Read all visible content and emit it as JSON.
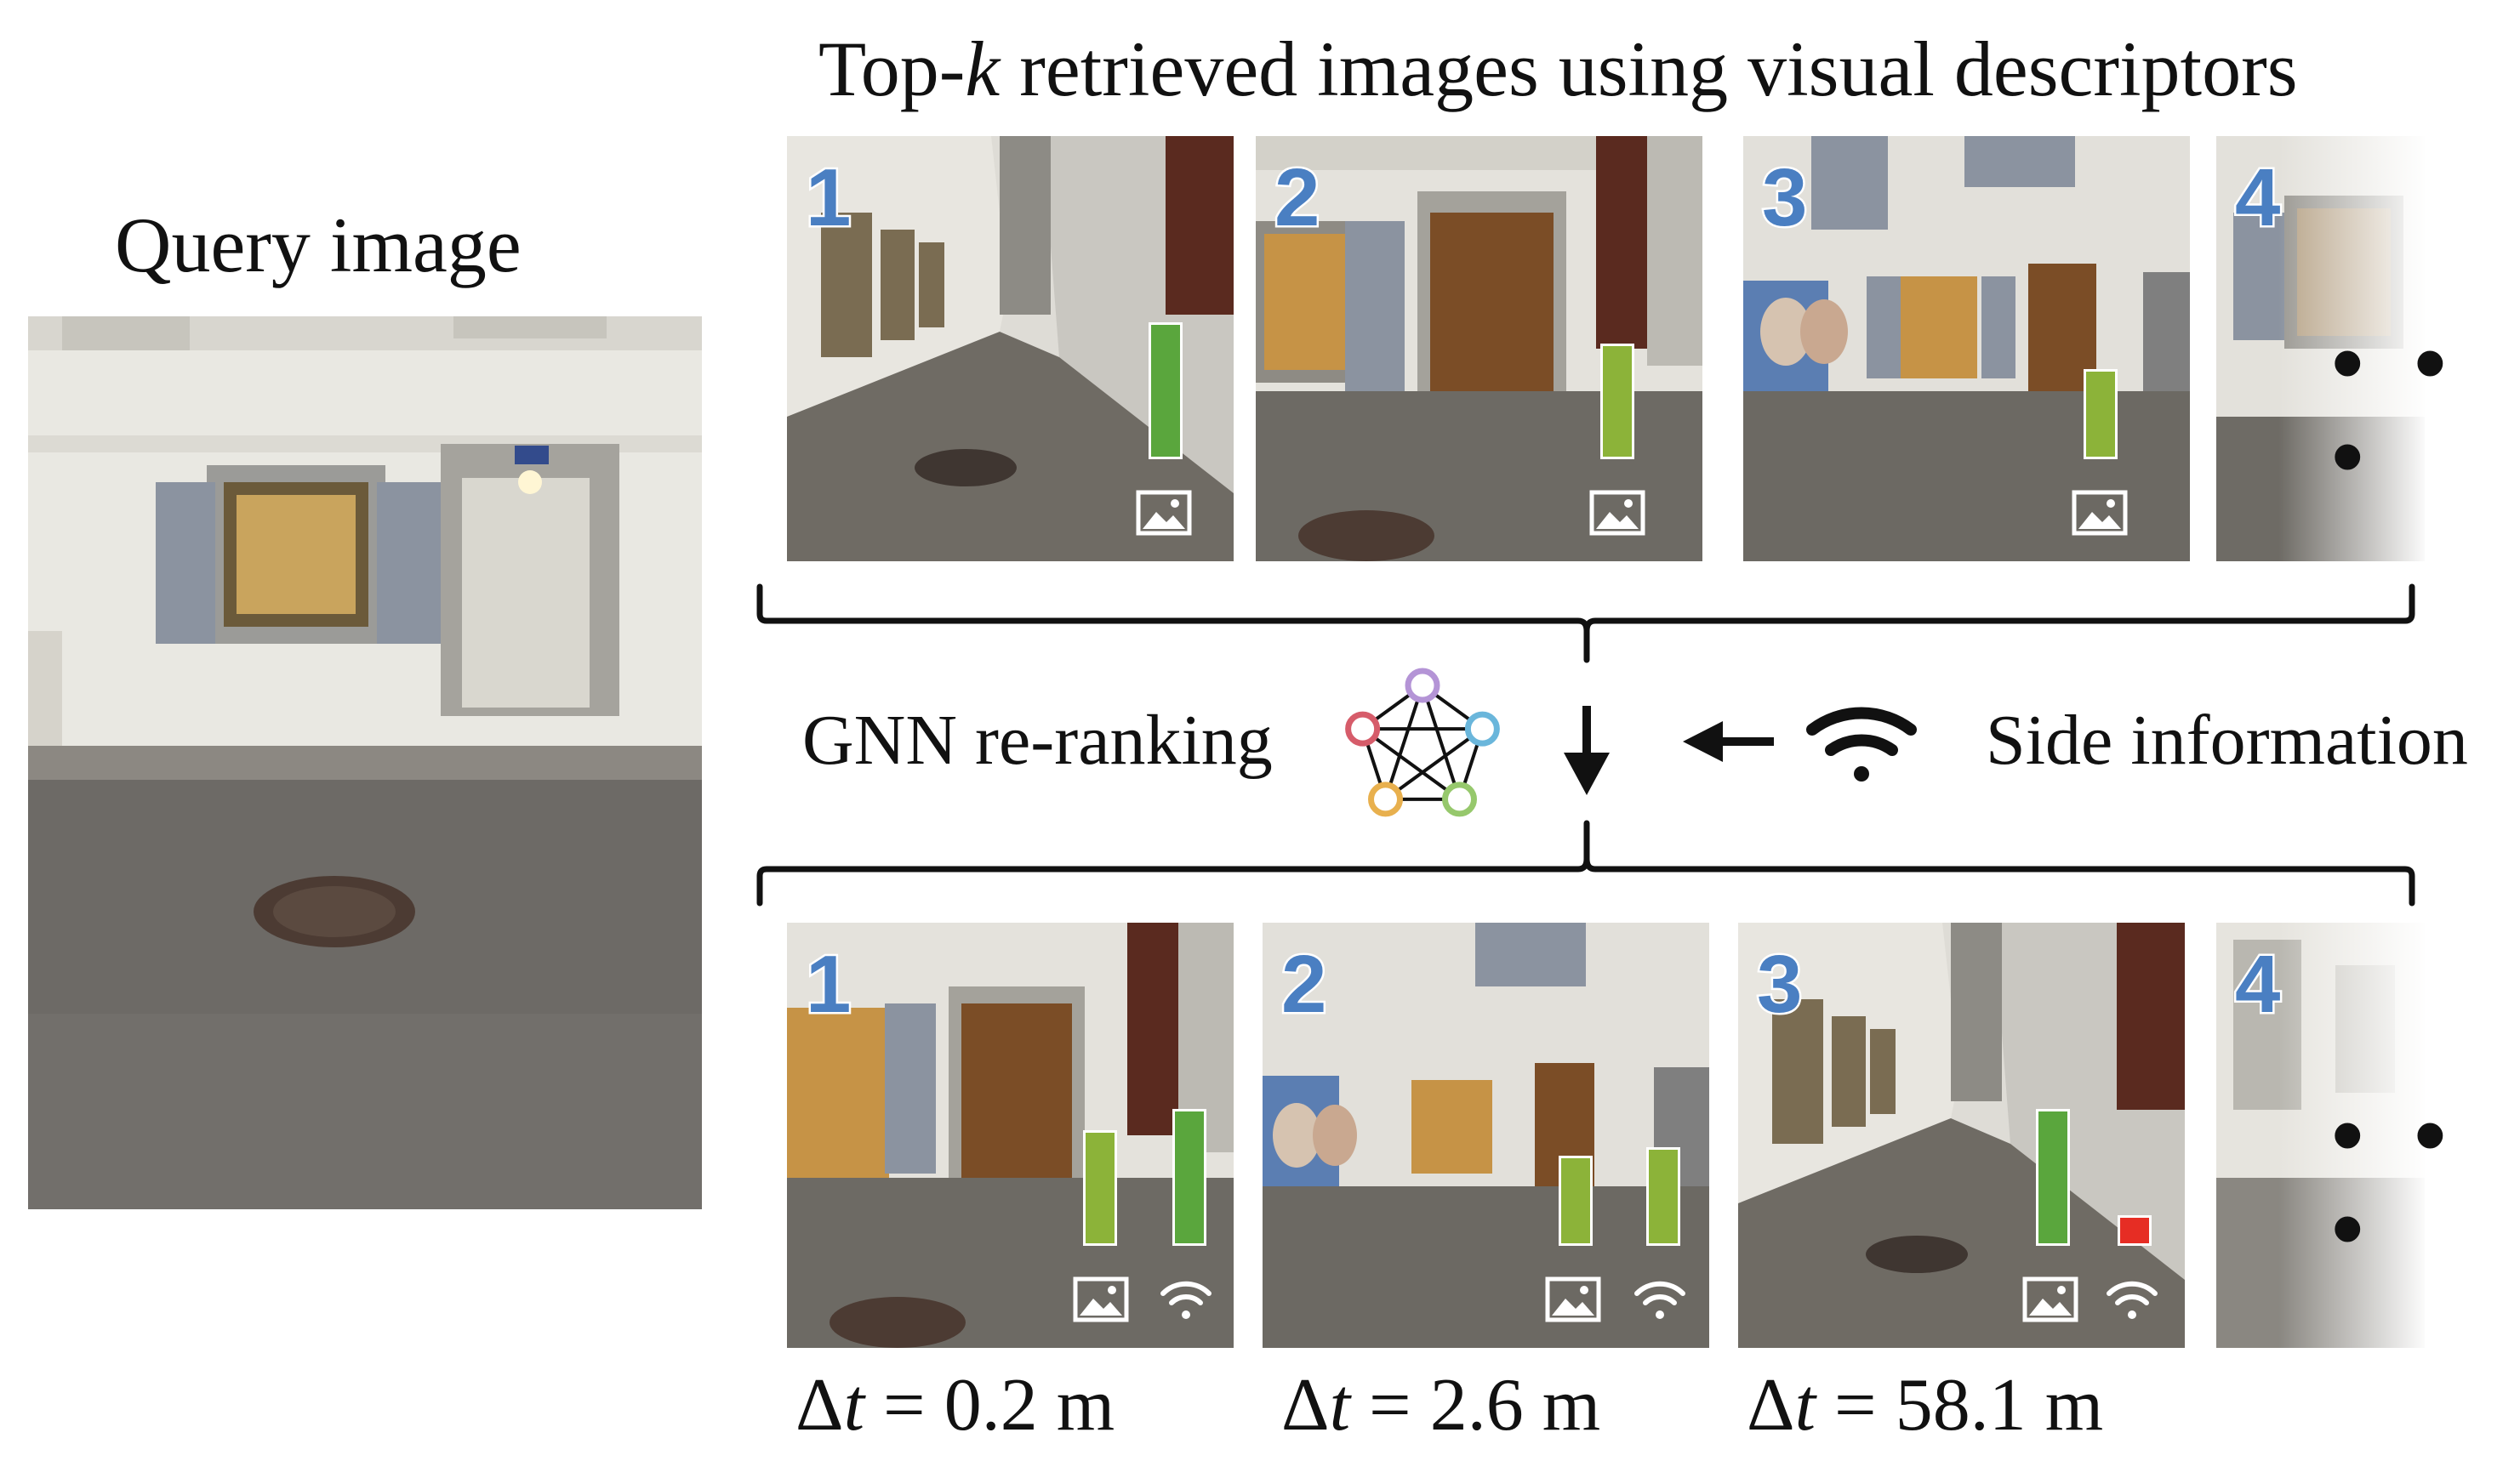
{
  "query": {
    "title": "Query image"
  },
  "top": {
    "title_pre": "Top-",
    "title_k": "k",
    "title_post": " retrieved images using visual descriptors",
    "thumbs": [
      {
        "rank": "1",
        "visual_score": 0.62
      },
      {
        "rank": "2",
        "visual_score": 0.52
      },
      {
        "rank": "3",
        "visual_score": 0.4
      },
      {
        "rank": "4"
      }
    ],
    "ellipsis": "• • •"
  },
  "middle": {
    "gnn_label": "GNN re-ranking",
    "side_label": "Side information",
    "node_colors": [
      "#b494d6",
      "#6ab6db",
      "#96c86c",
      "#e8b04e",
      "#d65c6a"
    ]
  },
  "bottom": {
    "thumbs": [
      {
        "rank": "1",
        "visual_score": 0.52,
        "side_score": 0.62,
        "side_color": "#5aa63d",
        "delta": "0.2 m"
      },
      {
        "rank": "2",
        "visual_score": 0.4,
        "side_score": 0.44,
        "side_color": "#8cb339",
        "delta": "2.6 m"
      },
      {
        "rank": "3",
        "visual_score": 0.62,
        "side_score": 0.12,
        "side_color": "#e62d24",
        "delta": "58.1 m"
      },
      {
        "rank": "4"
      }
    ],
    "ellipsis": "• • •",
    "delta_symbol": "Δ",
    "delta_var": "t",
    "delta_eq": " = "
  },
  "colors": {
    "bar_green": "#5aa63d",
    "bar_lime": "#8cb339",
    "bar_red": "#e62d24",
    "rank_blue": "#4a7fc2"
  },
  "icons": [
    "image-icon",
    "wifi-icon",
    "graph-icon",
    "down-arrow-icon",
    "left-arrow-icon"
  ]
}
